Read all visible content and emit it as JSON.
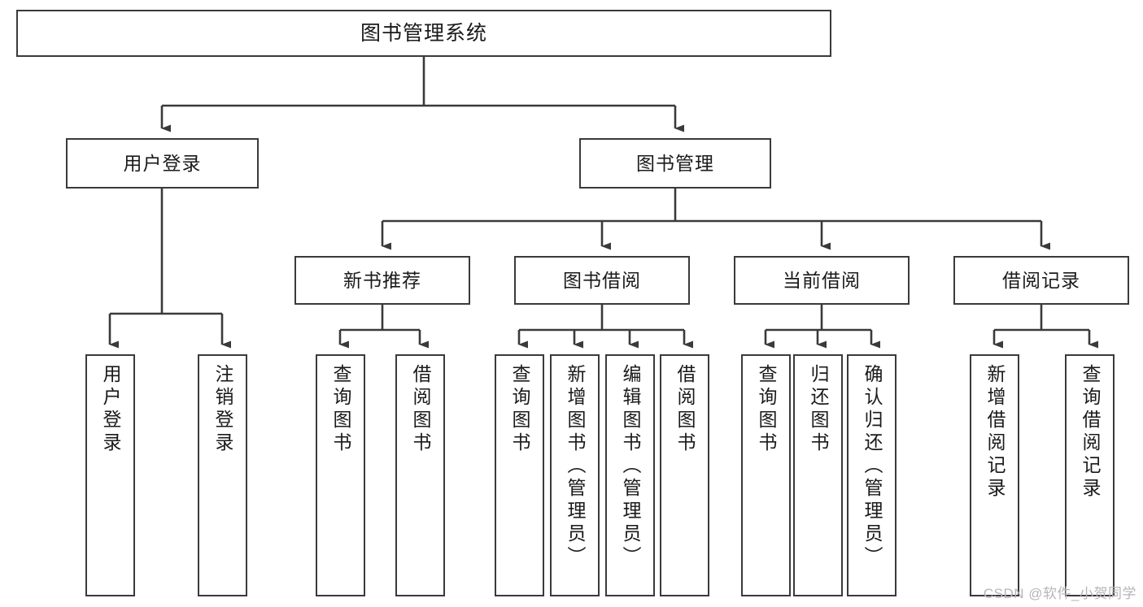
{
  "diagram": {
    "title": "图书管理系统",
    "type": "hierarchy-tree",
    "root": {
      "label": "图书管理系统"
    },
    "level2": [
      {
        "label": "用户登录"
      },
      {
        "label": "图书管理"
      }
    ],
    "level3": [
      {
        "label": "新书推荐"
      },
      {
        "label": "图书借阅"
      },
      {
        "label": "当前借阅"
      },
      {
        "label": "借阅记录"
      }
    ],
    "leaves": {
      "user_login": [
        {
          "label": "用户登录"
        },
        {
          "label": "注销登录"
        }
      ],
      "new_book_recommend": [
        {
          "label": "查询图书"
        },
        {
          "label": "借阅图书"
        }
      ],
      "book_borrow": [
        {
          "label": "查询图书"
        },
        {
          "label": "新增图书（管理员）"
        },
        {
          "label": "编辑图书（管理员）"
        },
        {
          "label": "借阅图书"
        }
      ],
      "current_borrow": [
        {
          "label": "查询图书"
        },
        {
          "label": "归还图书"
        },
        {
          "label": "确认归还（管理员）"
        }
      ],
      "borrow_record": [
        {
          "label": "新增借阅记录"
        },
        {
          "label": "查询借阅记录"
        }
      ]
    }
  },
  "watermark": {
    "text": "CSDN @软件_小贺同学"
  },
  "colors": {
    "border": "#3a3a3a",
    "text": "#1a1a1a",
    "background": "#ffffff",
    "watermark": "#b6b6b6"
  }
}
